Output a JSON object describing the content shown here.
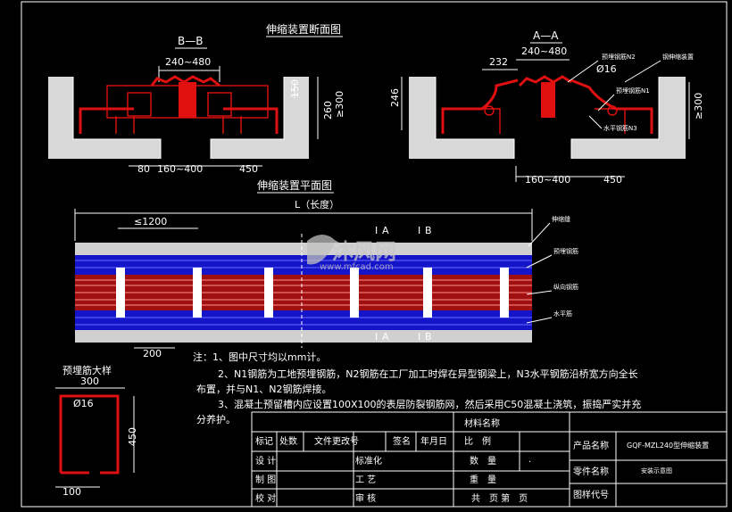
{
  "titles": {
    "section": "伸缩装置断面图",
    "plan": "伸缩装置平面图",
    "bb": "B—B",
    "aa": "A—A",
    "detail": "预埋筋大样",
    "length": "L（长度）"
  },
  "bb_dims": {
    "top": "240~480",
    "h150": "150",
    "h260": "260",
    "h300": "≥300",
    "b80": "80",
    "b160": "160~400",
    "b450": "450"
  },
  "aa_dims": {
    "d232": "232",
    "top": "240~480",
    "d246": "246",
    "d16": "Ø16",
    "h300": "≥300",
    "b160": "160~400",
    "b450": "450"
  },
  "aa_labels": {
    "n2": "预埋钢筋N2",
    "n1": "预埋钢筋N1",
    "n3": "水平钢筋N3",
    "right": "钢伸缩装置"
  },
  "plan_dims": {
    "spacing": "≤1200",
    "d200": "200",
    "ia_top": "I",
    "a_top": "A",
    "ib_top": "I",
    "b_top": "B",
    "ia_bot": "I",
    "a_bot": "A",
    "ib_bot": "I",
    "b_bot": "B"
  },
  "plan_labels": [
    "伸缩缝",
    "预埋钢筋",
    "纵向钢筋",
    "水平筋"
  ],
  "detail_dims": {
    "top": "300",
    "dia": "Ø16",
    "side": "450",
    "bottom": "100"
  },
  "watermark": {
    "brand": "沐风网",
    "url": "www.mfcad.com"
  },
  "notes": [
    "注：1、图中尺寸均以mm计。",
    "2、N1钢筋为工地预埋钢筋，N2钢筋在工厂加工时焊在异型钢梁上，N3水平钢筋沿桥宽方向全长",
    "布置，并与N1、N2钢筋焊接。",
    "3、混凝土预留槽内应设置100X100的表层防裂钢筋网，然后采用C50混凝土浇筑，振捣严实并充",
    "分养护。"
  ],
  "title_block": {
    "material": "材料名称",
    "row1": [
      "标记",
      "处数",
      "文件更改号",
      "签名",
      "年月日",
      "比　例"
    ],
    "row2": [
      "设 计",
      "标准化",
      "数　量"
    ],
    "row3": [
      "制 图",
      "工 艺",
      "重　量"
    ],
    "row4": [
      "校 对",
      "审 核",
      "共　页 第　页"
    ],
    "product_name_label": "产品名称",
    "product_name": "GQF-MZL240型伸缩装置",
    "part_name_label": "零件名称",
    "part_name": "安装示意图",
    "drawing_no_label": "图样代号",
    "dot": "."
  }
}
